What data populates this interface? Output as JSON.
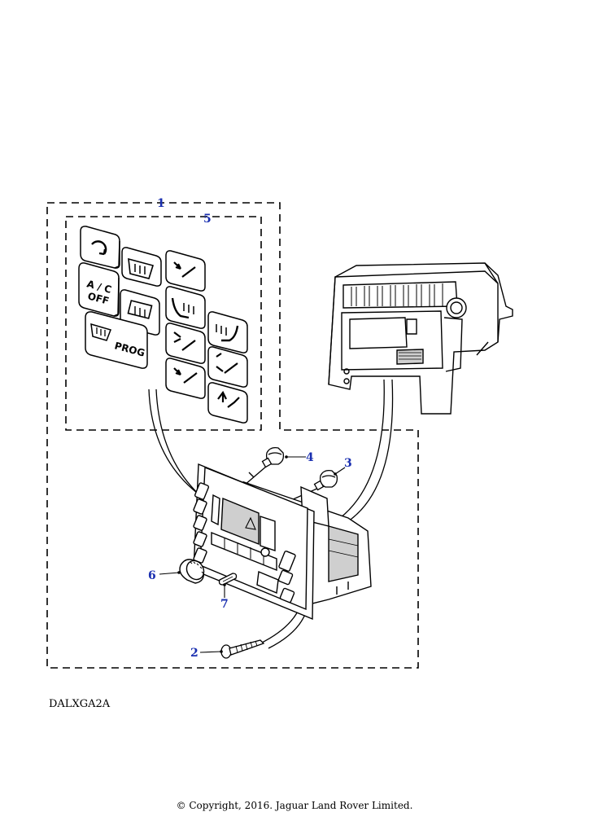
{
  "colors": {
    "line": "#000000",
    "callout": "#1a2fb0",
    "part_fill": "#ffffff",
    "shade": "#cfcfcf"
  },
  "callouts": {
    "c1": "1",
    "c2": "2",
    "c3": "3",
    "c4": "4",
    "c5": "5",
    "c6": "6",
    "c7": "7"
  },
  "buttons": {
    "ac_line1": "A / C",
    "ac_line2": "OFF",
    "prog": "PROG"
  },
  "reference_code": "DALXGA2A",
  "copyright": "© Copyright, 2016. Jaguar Land Rover Limited."
}
